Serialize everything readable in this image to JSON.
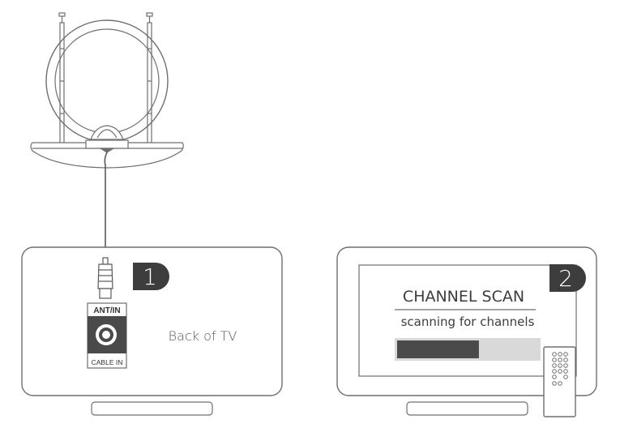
{
  "step1": {
    "number": "1",
    "port_top_label": "ANT/IN",
    "port_bottom_label": "CABLE IN",
    "caption": "Back of TV"
  },
  "step2": {
    "number": "2",
    "screen_title": "CHANNEL SCAN",
    "screen_subtitle": "scanning for channels",
    "scan_progress": 0.58
  },
  "colors": {
    "outline": "#6f6f6f",
    "dark_fill": "#4a4a4a",
    "bar_bg": "#d9d9d9",
    "badge_fill": "#3d3d3d"
  }
}
